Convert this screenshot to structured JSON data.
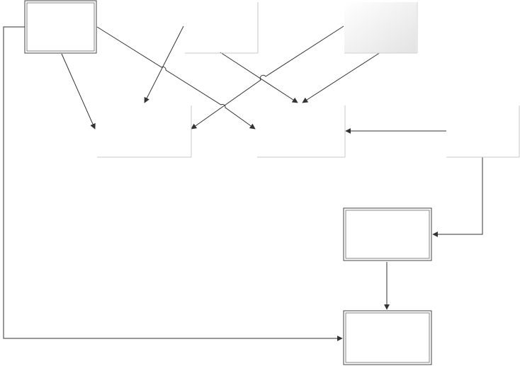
{
  "diagram": {
    "title": "",
    "nodes": [
      {
        "id": "n1",
        "label": "",
        "style": "double"
      },
      {
        "id": "n2",
        "label": "",
        "style": "shadow"
      },
      {
        "id": "n3",
        "label": "",
        "style": "gradient"
      },
      {
        "id": "n4",
        "label": "",
        "style": "shadow"
      },
      {
        "id": "n5",
        "label": "",
        "style": "shadow"
      },
      {
        "id": "n6",
        "label": "",
        "style": "shadow"
      },
      {
        "id": "n7",
        "label": "",
        "style": "double"
      },
      {
        "id": "n8",
        "label": "",
        "style": "double"
      }
    ],
    "edges": [
      {
        "from": "n1",
        "to": "n4"
      },
      {
        "from": "n1",
        "to": "n5"
      },
      {
        "from": "n1",
        "to": "n8"
      },
      {
        "from": "n2",
        "to": "n4"
      },
      {
        "from": "n2",
        "to": "n5"
      },
      {
        "from": "n3",
        "to": "n4"
      },
      {
        "from": "n3",
        "to": "n5"
      },
      {
        "from": "n6",
        "to": "n5"
      },
      {
        "from": "n6",
        "to": "n7"
      },
      {
        "from": "n7",
        "to": "n8"
      }
    ]
  },
  "colors": {
    "line": "#333333",
    "box_border": "#444444",
    "box_shadow": "#c8c8c8",
    "gradient_start": "#ffffff",
    "gradient_end": "#e3e3e3"
  }
}
